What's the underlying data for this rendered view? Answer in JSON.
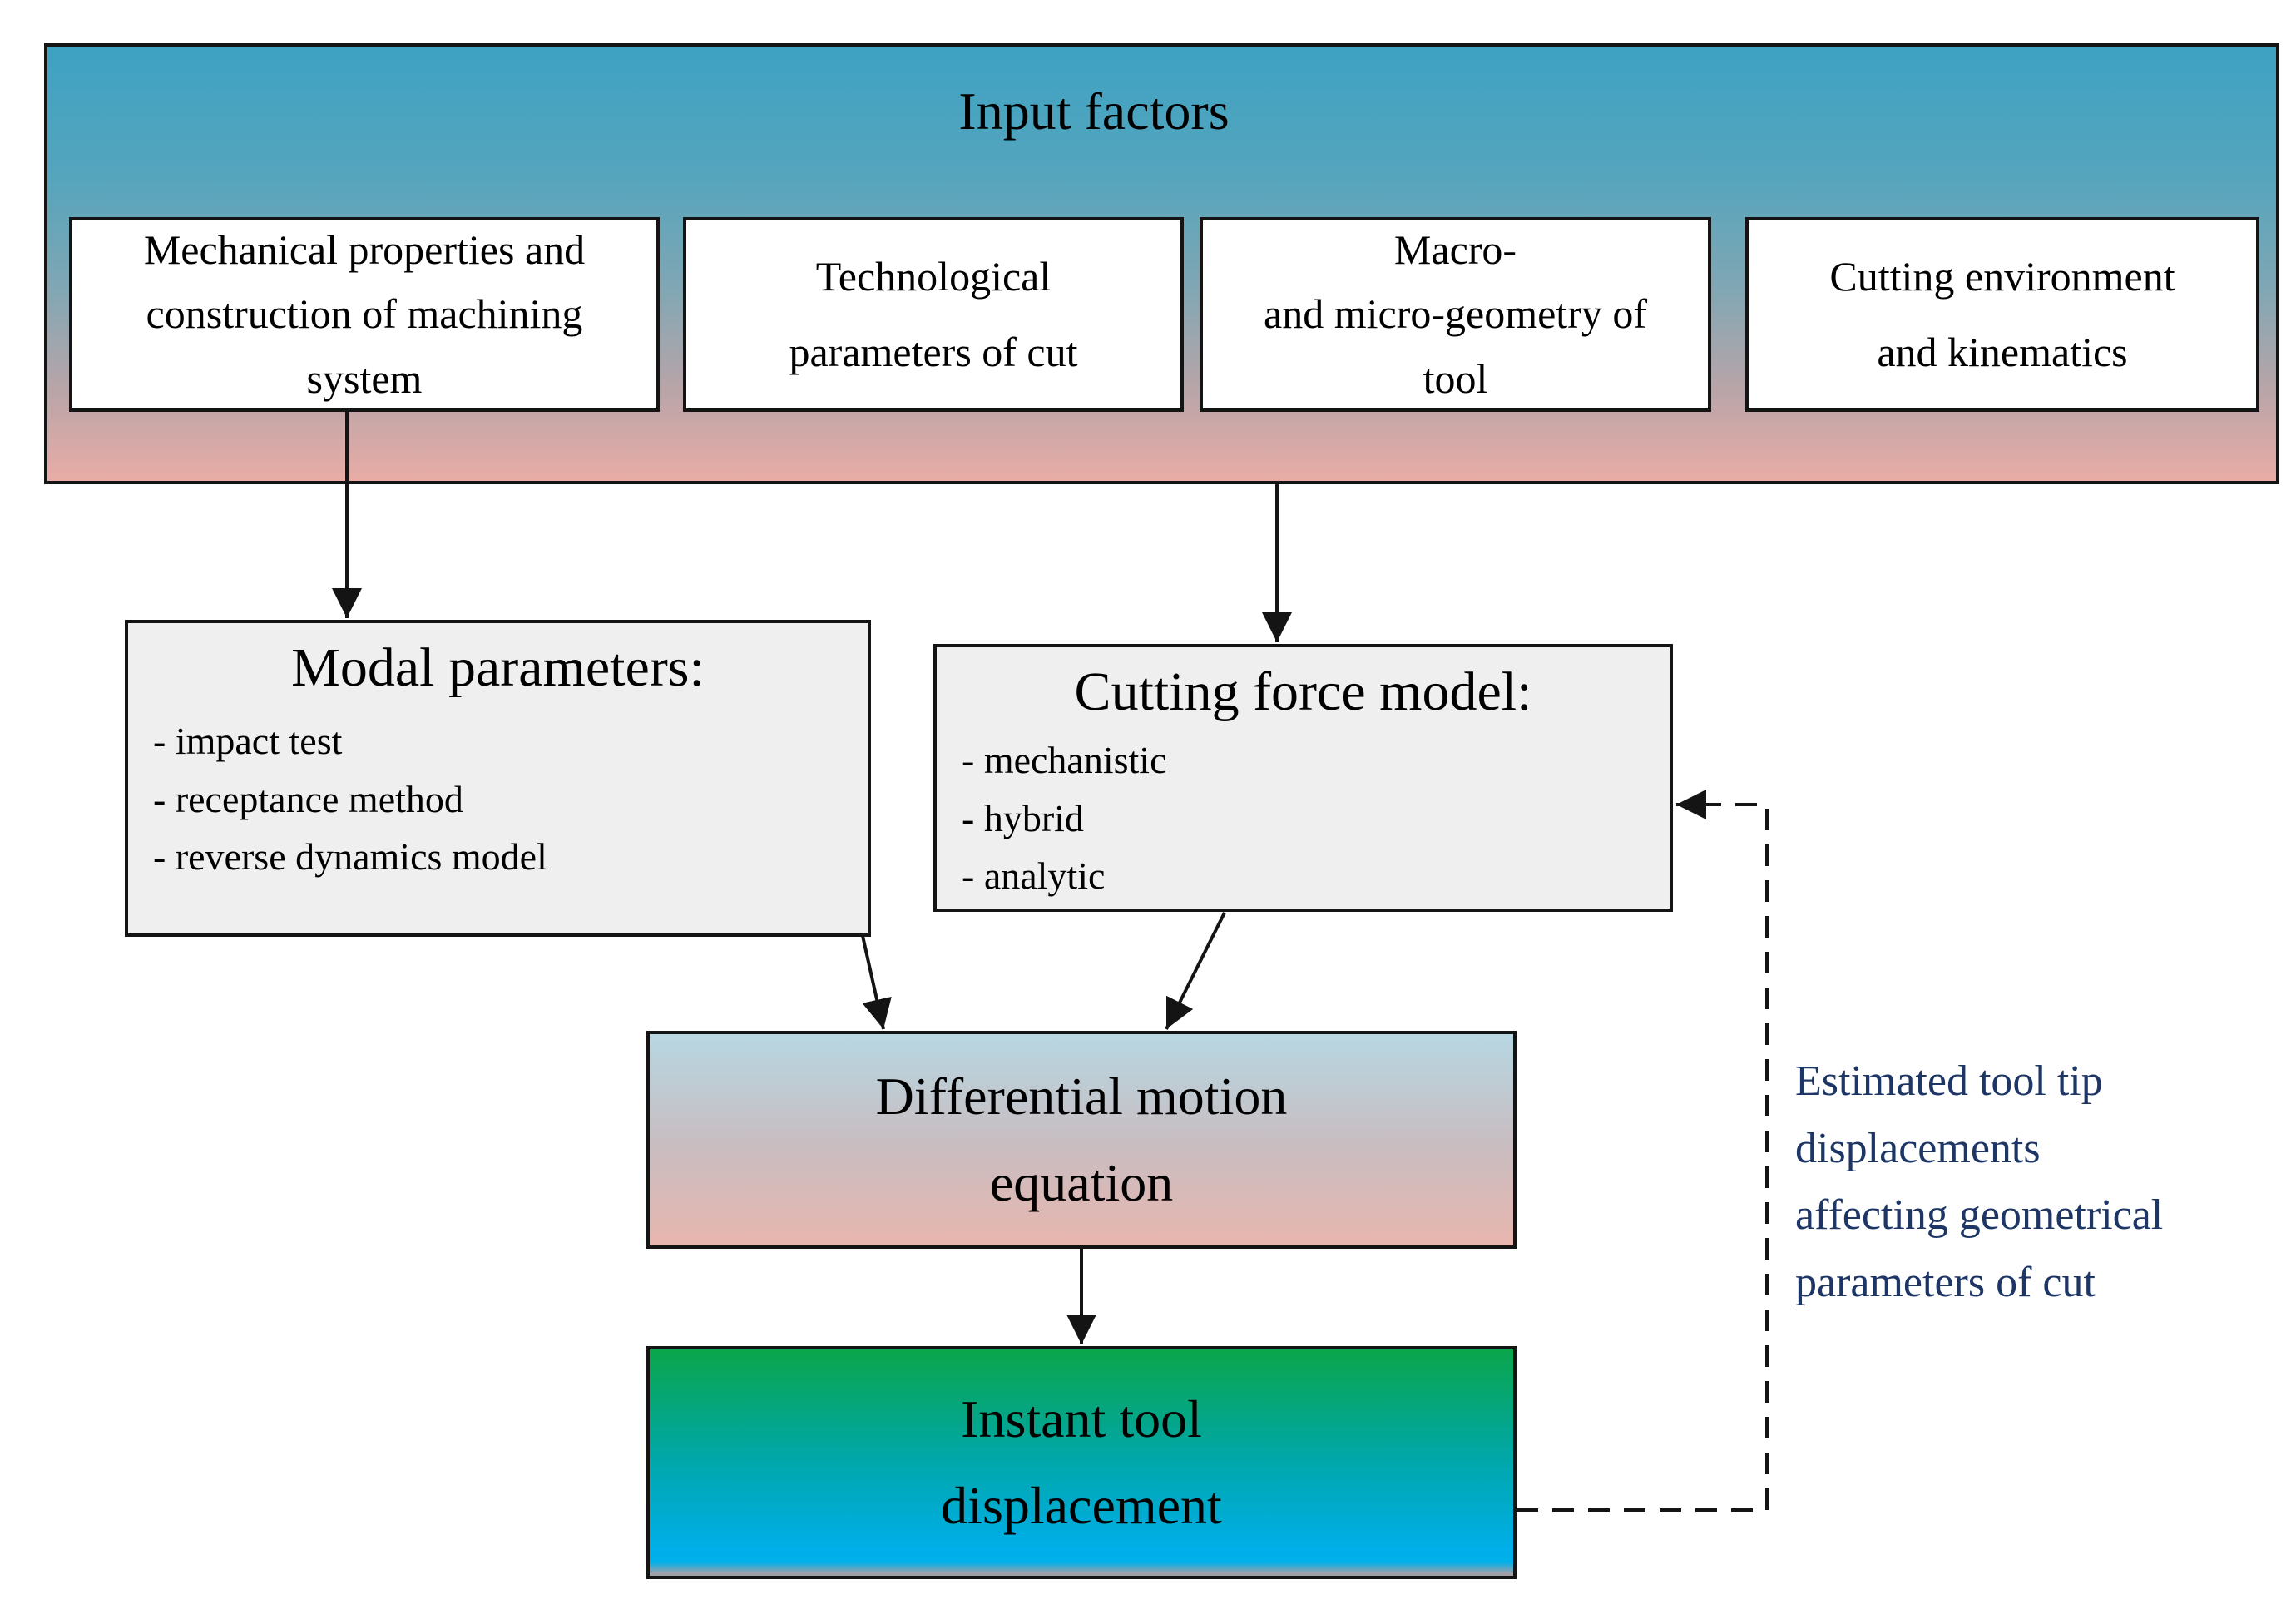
{
  "banner": {
    "title": "Input factors",
    "boxes": [
      {
        "lines": [
          "Mechanical properties and",
          "construction of machining",
          "system"
        ]
      },
      {
        "lines": [
          "Technological",
          "parameters of cut"
        ]
      },
      {
        "lines": [
          "Macro-",
          "and micro-geometry of",
          "tool"
        ]
      },
      {
        "lines": [
          "Cutting environment",
          "and kinematics"
        ]
      }
    ]
  },
  "modal": {
    "title": "Modal parameters:",
    "items": [
      "- impact test",
      "- receptance method",
      "- reverse dynamics model"
    ]
  },
  "cutting": {
    "title": "Cutting force model:",
    "items": [
      "- mechanistic",
      "- hybrid",
      "- analytic"
    ]
  },
  "differential": {
    "lines": [
      "Differential motion",
      "equation"
    ]
  },
  "instant": {
    "lines": [
      "Instant tool",
      "displacement"
    ]
  },
  "annotation": {
    "lines": [
      "Estimated tool tip",
      "displacements",
      "affecting geometrical",
      "parameters of cut"
    ],
    "color": "#1e3666"
  },
  "colors": {
    "banner_top": "#3ea2c3",
    "banner_bottom": "#e9aca6",
    "process_box_fill": "#efefef",
    "differential_top": "#b7d7e2",
    "differential_bottom": "#e8b6ae",
    "instant_top": "#0ba54b",
    "instant_bottom": "#00b0e9",
    "border": "#141414",
    "annotation_text": "#1e3666"
  }
}
